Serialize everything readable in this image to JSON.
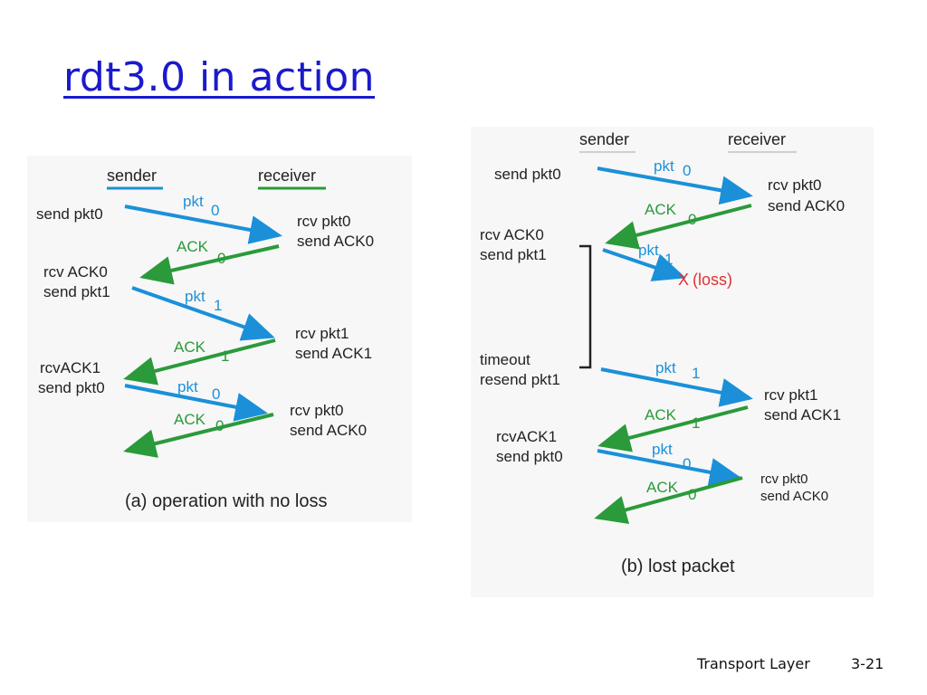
{
  "title": "rdt3.0 in action",
  "footer": {
    "section": "Transport Layer",
    "page": "3-21"
  },
  "colors": {
    "title": "#1a1acc",
    "packet": "#1b90d9",
    "ack": "#2a9a3a",
    "loss": "#e23030"
  },
  "diagram_a": {
    "sender_header": "sender",
    "receiver_header": "receiver",
    "caption": "(a) operation with no loss",
    "sender_labels": [
      "send pkt0",
      "rcv ACK0",
      "send pkt1",
      "rcvACK1",
      "send pkt0"
    ],
    "receiver_labels": [
      "rcv pkt0",
      "send ACK0",
      "rcv pkt1",
      "send ACK1",
      "rcv pkt0",
      "send ACK0"
    ],
    "messages": [
      {
        "name": "pkt",
        "seq": "0"
      },
      {
        "name": "ACK",
        "seq": "0"
      },
      {
        "name": "pkt",
        "seq": "1"
      },
      {
        "name": "ACK",
        "seq": "1"
      },
      {
        "name": "pkt",
        "seq": "0"
      },
      {
        "name": "ACK",
        "seq": "0"
      }
    ]
  },
  "diagram_b": {
    "sender_header": "sender",
    "receiver_header": "receiver",
    "caption": "(b) lost packet",
    "loss_label": "(loss)",
    "loss_mark": "X",
    "sender_labels": [
      "send pkt0",
      "rcv ACK0",
      "send pkt1",
      "timeout",
      "resend pkt1",
      "rcvACK1",
      "send pkt0"
    ],
    "receiver_labels": [
      "rcv pkt0",
      "send ACK0",
      "rcv pkt1",
      "send ACK1",
      "rcv pkt0",
      "send ACK0"
    ],
    "messages": [
      {
        "name": "pkt",
        "seq": "0"
      },
      {
        "name": "ACK",
        "seq": "0"
      },
      {
        "name": "pkt",
        "seq": "1"
      },
      {
        "name": "pkt",
        "seq": "1"
      },
      {
        "name": "ACK",
        "seq": "1"
      },
      {
        "name": "pkt",
        "seq": "0"
      },
      {
        "name": "ACK",
        "seq": "0"
      }
    ]
  }
}
